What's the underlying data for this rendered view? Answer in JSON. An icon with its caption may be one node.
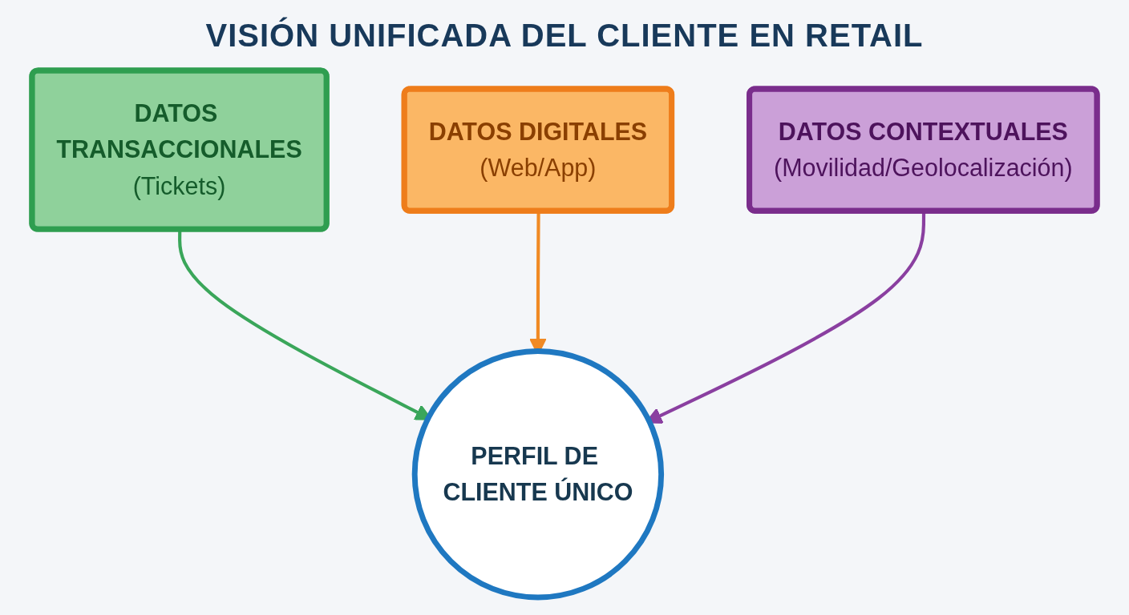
{
  "diagram": {
    "title": "VISIÓN UNIFICADA DEL CLIENTE EN RETAIL",
    "nodes": [
      {
        "text": [
          "DATOS TRANSACCIONALES",
          "(Tickets)"
        ]
      },
      {
        "text": [
          "DATOS DIGITALES",
          "(Web/App)"
        ]
      },
      {
        "text": [
          "PERFIL DE CLIENTE ÚNICO"
        ]
      },
      {
        "text": [
          "DATOS CONTEXTUALES",
          "(Movilidad/Geolocalización)"
        ]
      }
    ],
    "edges": [
      {
        "from": 0,
        "to": 2,
        "arrow": "to",
        "color": "#3aa65a"
      },
      {
        "from": 1,
        "to": 2,
        "arrow": "to",
        "color": "#f08a24"
      },
      {
        "from": 3,
        "to": 2,
        "arrow": "to",
        "color": "#8a3fa0"
      }
    ]
  }
}
